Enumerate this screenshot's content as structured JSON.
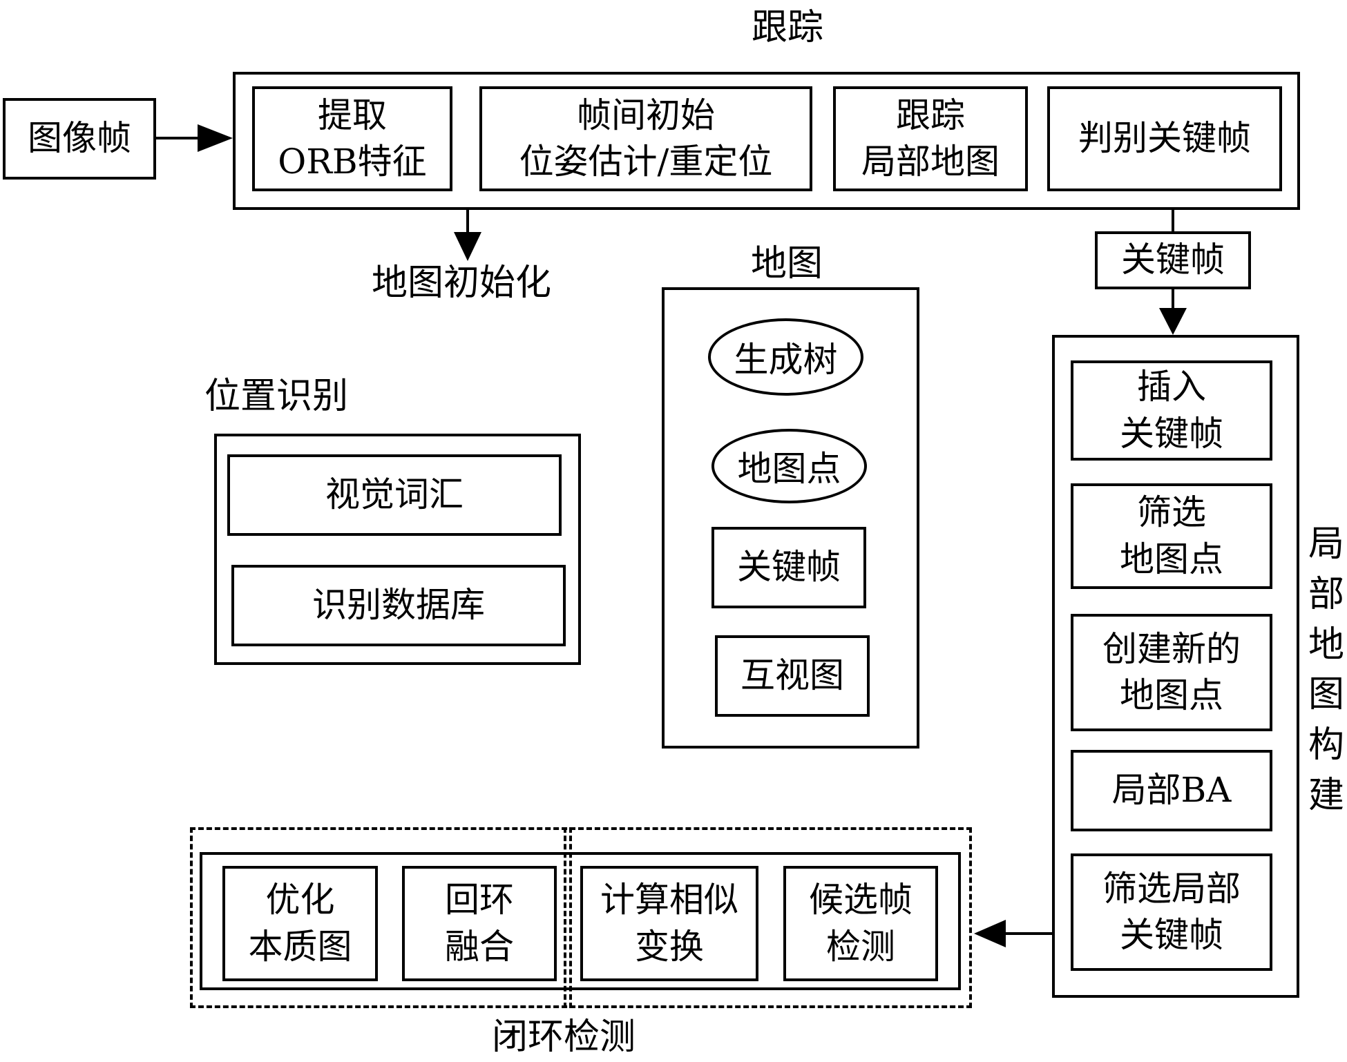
{
  "tracking": {
    "title": "跟踪",
    "input": "图像帧",
    "steps": [
      {
        "line1": "提取",
        "line2": "ORB特征"
      },
      {
        "line1": "帧间初始",
        "line2": "位姿估计/重定位"
      },
      {
        "line1": "跟踪",
        "line2": "局部地图"
      },
      {
        "line1": "判别关键帧",
        "line2": ""
      }
    ],
    "map_init": "地图初始化",
    "keyframe_edge": "关键帧"
  },
  "map": {
    "title": "地图",
    "items": [
      "生成树",
      "地图点",
      "关键帧",
      "互视图"
    ]
  },
  "place_recognition": {
    "title": "位置识别",
    "items": [
      "视觉词汇",
      "识别数据库"
    ]
  },
  "local_mapping": {
    "title_chars": [
      "局",
      "部",
      "地",
      "图",
      "构",
      "建"
    ],
    "steps": [
      {
        "line1": "插入",
        "line2": "关键帧"
      },
      {
        "line1": "筛选",
        "line2": "地图点"
      },
      {
        "line1": "创建新的",
        "line2": "地图点"
      },
      {
        "line1": "局部BA",
        "line2": ""
      },
      {
        "line1": "筛选局部",
        "line2": "关键帧"
      }
    ]
  },
  "loop_closing": {
    "title": "闭环检测",
    "steps": [
      {
        "line1": "优化",
        "line2": "本质图"
      },
      {
        "line1": "回环",
        "line2": "融合"
      },
      {
        "line1": "计算相似",
        "line2": "变换"
      },
      {
        "line1": "候选帧",
        "line2": "检测"
      }
    ]
  }
}
